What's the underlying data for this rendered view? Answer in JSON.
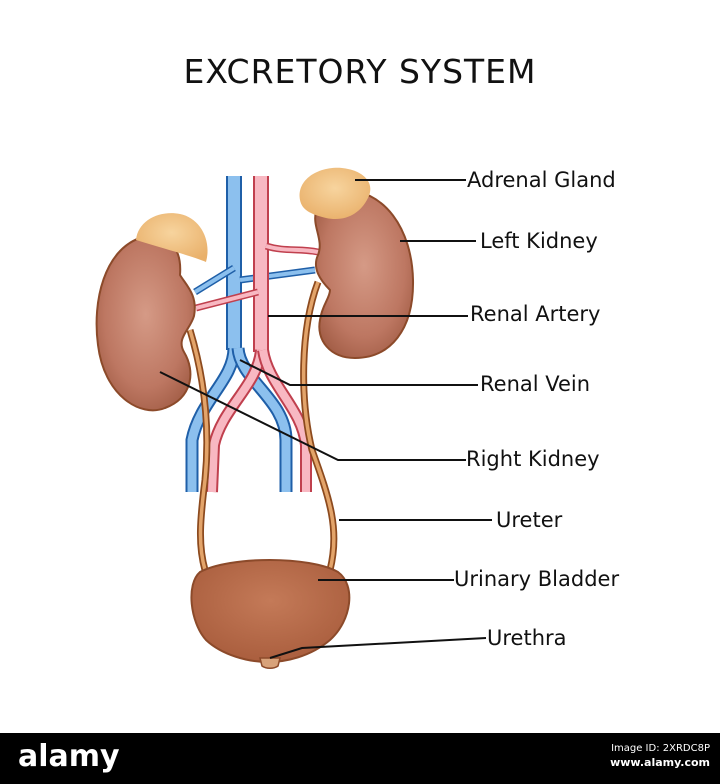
{
  "title": "EXCRETORY SYSTEM",
  "labels": {
    "adrenal_gland": "Adrenal Gland",
    "left_kidney": "Left Kidney",
    "renal_artery": "Renal Artery",
    "renal_vein": "Renal Vein",
    "right_kidney": "Right Kidney",
    "ureter": "Ureter",
    "urinary_bladder": "Urinary Bladder",
    "urethra": "Urethra"
  },
  "footer": {
    "logo": "alamy",
    "image_id": "Image ID: 2XRDC8P",
    "url": "www.alamy.com"
  },
  "colors": {
    "kidney": "#b8705a",
    "gland": "#f0c080",
    "artery": "#f5a8b4",
    "vein": "#7fb3e8",
    "ureter": "#c8783f",
    "bladder": "#b56b48",
    "leader": "#111111"
  }
}
